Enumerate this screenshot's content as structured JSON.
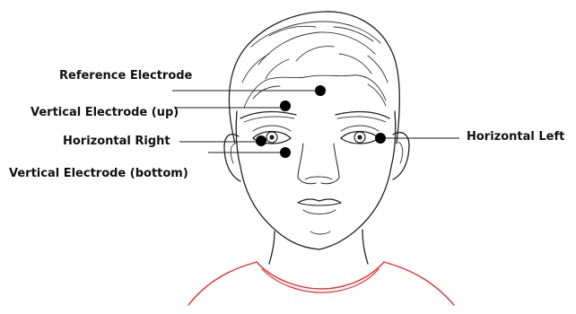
{
  "labels": {
    "reference": "Reference Electrode",
    "vertical_up": "Vertical Electrode (up)",
    "horizontal_right": "Horizontal Right",
    "vertical_bottom": "Vertical Electrode (bottom)",
    "horizontal_left": "Horizontal Left"
  },
  "colors": {
    "sketch": "#222222",
    "electrode": "#000000",
    "shirt": "#e03030",
    "text": "#111111"
  },
  "icons": {
    "electrode": "filled-black-dot"
  }
}
